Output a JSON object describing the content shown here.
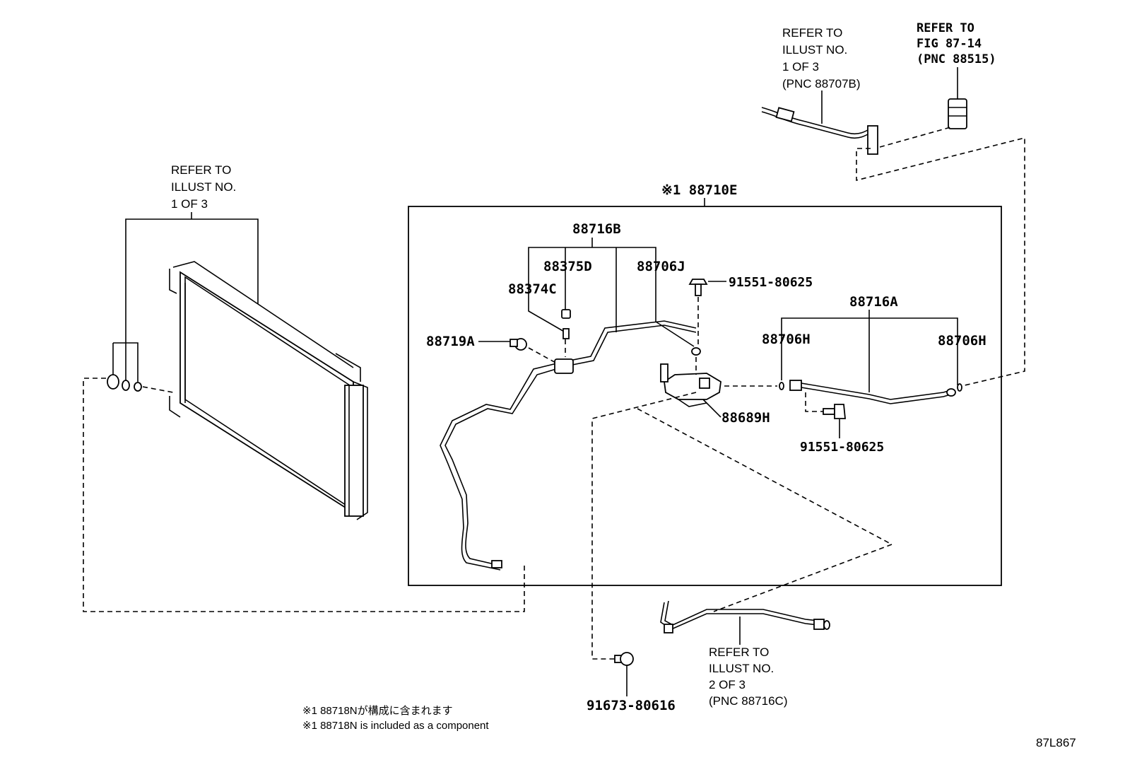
{
  "refs": {
    "top_hose": [
      "REFER TO",
      "ILLUST NO.",
      "1 OF 3",
      "(PNC 88707B)"
    ],
    "top_fig": [
      "REFER TO",
      "FIG 87-14",
      "(PNC 88515)"
    ],
    "condenser": [
      "REFER TO",
      "ILLUST NO.",
      "1 OF 3"
    ],
    "bottom_pipe": [
      "REFER TO",
      "ILLUST NO.",
      "2 OF 3",
      "(PNC 88716C)"
    ]
  },
  "parts": {
    "assembly": "※1 88710E",
    "p88716B": "88716B",
    "p88375D": "88375D",
    "p88706J": "88706J",
    "p88374C": "88374C",
    "p88719A": "88719A",
    "p91551_top": "91551-80625",
    "p88716A": "88716A",
    "p88706H_left": "88706H",
    "p88706H_right": "88706H",
    "p88689H": "88689H",
    "p91551_bottom": "91551-80625",
    "p91673": "91673-80616"
  },
  "notes": {
    "jp": "※1 88718Nが構成に含まれます",
    "en": "※1 88718N is included as a component"
  },
  "figure_code": "87L867"
}
